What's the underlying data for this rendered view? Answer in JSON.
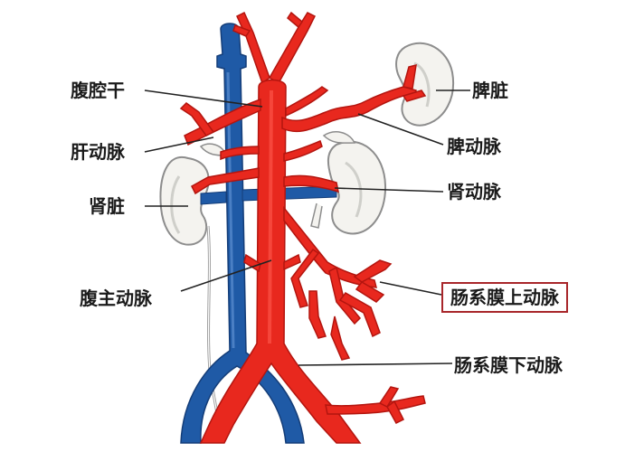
{
  "labels": {
    "celiac_trunk": "腹腔干",
    "hepatic_artery": "肝动脉",
    "kidney": "肾脏",
    "abdominal_aorta": "腹主动脉",
    "spleen": "脾脏",
    "splenic_artery": "脾动脉",
    "renal_artery": "肾动脉",
    "superior_mesenteric_artery": "肠系膜上动脉",
    "inferior_mesenteric_artery": "肠系膜下动脉"
  },
  "colors": {
    "artery": "#e8281e",
    "artery_dark": "#b3150f",
    "vein": "#1f5aa6",
    "vein_dark": "#143d78",
    "organ_fill": "#f4f3ef",
    "organ_stroke": "#8d8d8d",
    "leader_line": "#222222",
    "highlight_box": "#a8262a"
  },
  "highlighted_label": "superior_mesenteric_artery"
}
